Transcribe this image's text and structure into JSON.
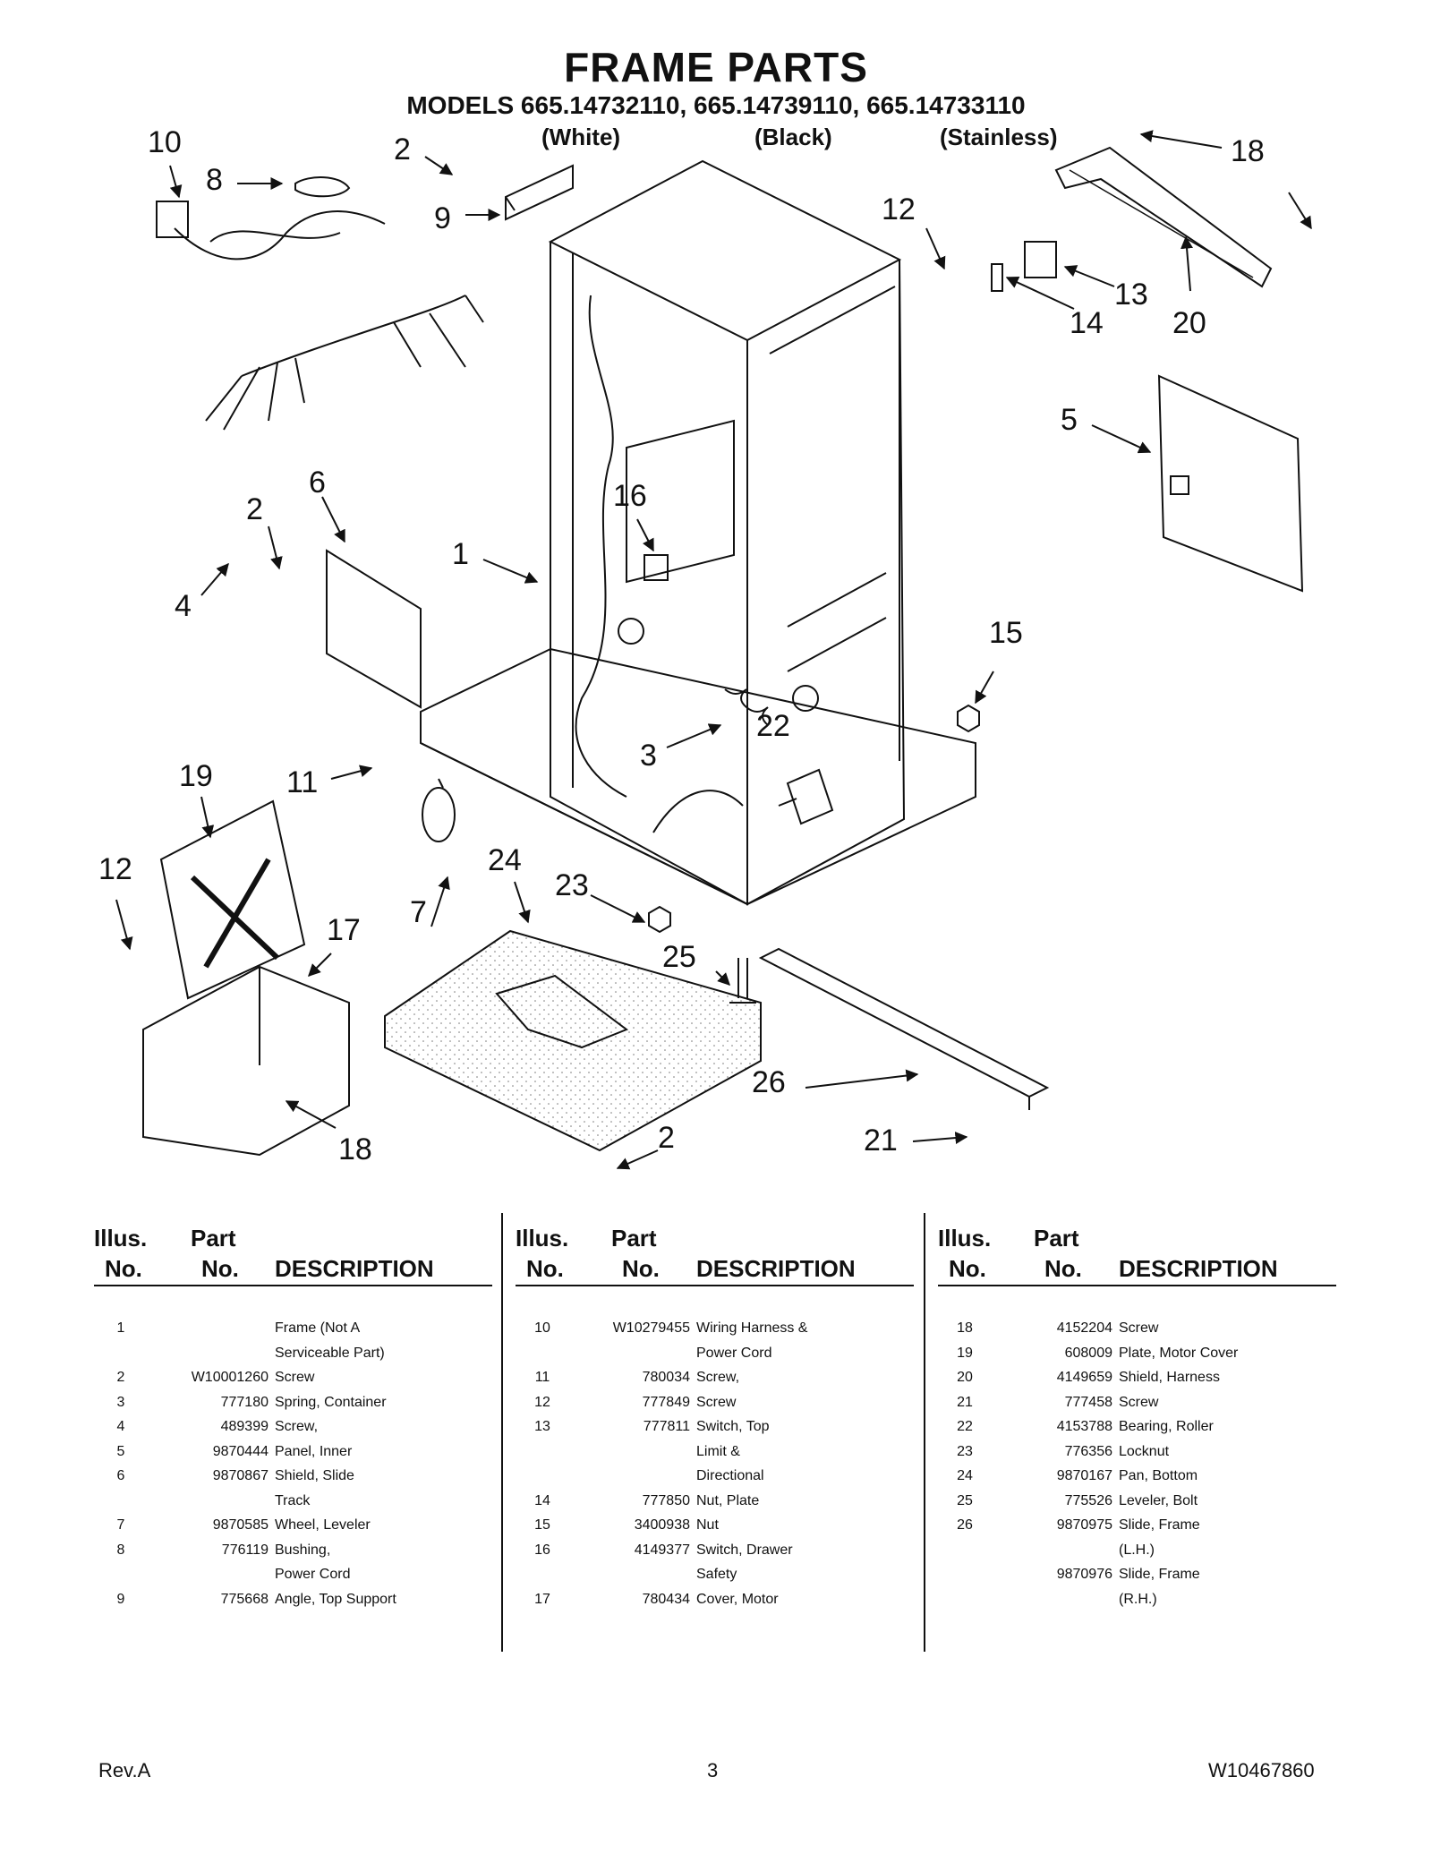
{
  "header": {
    "title": "FRAME PARTS",
    "models": "MODELS 665.14732110, 665.14739110, 665.14733110",
    "variants": [
      "(White)",
      "(Black)",
      "(Stainless)"
    ]
  },
  "diagram": {
    "callouts": [
      "10",
      "8",
      "2",
      "9",
      "12",
      "18",
      "13",
      "14",
      "20",
      "5",
      "6",
      "2",
      "1",
      "16",
      "4",
      "15",
      "22",
      "3",
      "19",
      "11",
      "12",
      "24",
      "23",
      "7",
      "17",
      "25",
      "26",
      "21",
      "2",
      "18"
    ]
  },
  "table": {
    "headers": {
      "illus": [
        "Illus.",
        "No."
      ],
      "part": [
        "Part",
        "No."
      ],
      "description": "DESCRIPTION"
    },
    "columns": [
      [
        {
          "no": "1",
          "part": "",
          "desc": [
            "Frame (Not A",
            "Serviceable Part)"
          ]
        },
        {
          "no": "2",
          "part": "W10001260",
          "desc": [
            "Screw"
          ]
        },
        {
          "no": "3",
          "part": "777180",
          "desc": [
            "Spring, Container"
          ]
        },
        {
          "no": "4",
          "part": "489399",
          "desc": [
            "Screw,"
          ]
        },
        {
          "no": "5",
          "part": "9870444",
          "desc": [
            "Panel, Inner"
          ]
        },
        {
          "no": "6",
          "part": "9870867",
          "desc": [
            "Shield, Slide",
            "Track"
          ]
        },
        {
          "no": "7",
          "part": "9870585",
          "desc": [
            "Wheel, Leveler"
          ]
        },
        {
          "no": "8",
          "part": "776119",
          "desc": [
            "Bushing,",
            "Power Cord"
          ]
        },
        {
          "no": "9",
          "part": "775668",
          "desc": [
            "Angle, Top Support"
          ]
        }
      ],
      [
        {
          "no": "10",
          "part": "W10279455",
          "desc": [
            "Wiring Harness &",
            "Power Cord"
          ]
        },
        {
          "no": "11",
          "part": "780034",
          "desc": [
            "Screw,"
          ]
        },
        {
          "no": "12",
          "part": "777849",
          "desc": [
            "Screw"
          ]
        },
        {
          "no": "13",
          "part": "777811",
          "desc": [
            "Switch, Top",
            "Limit &",
            "Directional"
          ]
        },
        {
          "no": "14",
          "part": "777850",
          "desc": [
            "Nut, Plate"
          ]
        },
        {
          "no": "15",
          "part": "3400938",
          "desc": [
            "Nut"
          ]
        },
        {
          "no": "16",
          "part": "4149377",
          "desc": [
            "Switch, Drawer",
            "Safety"
          ]
        },
        {
          "no": "17",
          "part": "780434",
          "desc": [
            "Cover, Motor"
          ]
        }
      ],
      [
        {
          "no": "18",
          "part": "4152204",
          "desc": [
            "Screw"
          ]
        },
        {
          "no": "19",
          "part": "608009",
          "desc": [
            "Plate, Motor Cover"
          ]
        },
        {
          "no": "20",
          "part": "4149659",
          "desc": [
            "Shield, Harness"
          ]
        },
        {
          "no": "21",
          "part": "777458",
          "desc": [
            "Screw"
          ]
        },
        {
          "no": "22",
          "part": "4153788",
          "desc": [
            "Bearing, Roller"
          ]
        },
        {
          "no": "23",
          "part": "776356",
          "desc": [
            "Locknut"
          ]
        },
        {
          "no": "24",
          "part": "9870167",
          "desc": [
            "Pan, Bottom"
          ]
        },
        {
          "no": "25",
          "part": "775526",
          "desc": [
            "Leveler, Bolt"
          ]
        },
        {
          "no": "26",
          "part": "9870975",
          "desc": [
            "Slide, Frame",
            "(L.H.)"
          ]
        },
        {
          "no": "",
          "part": "9870976",
          "desc": [
            "Slide, Frame",
            "(R.H.)"
          ]
        }
      ]
    ]
  },
  "footer": {
    "rev": "Rev.A",
    "page": "3",
    "doc_number": "W10467860"
  }
}
